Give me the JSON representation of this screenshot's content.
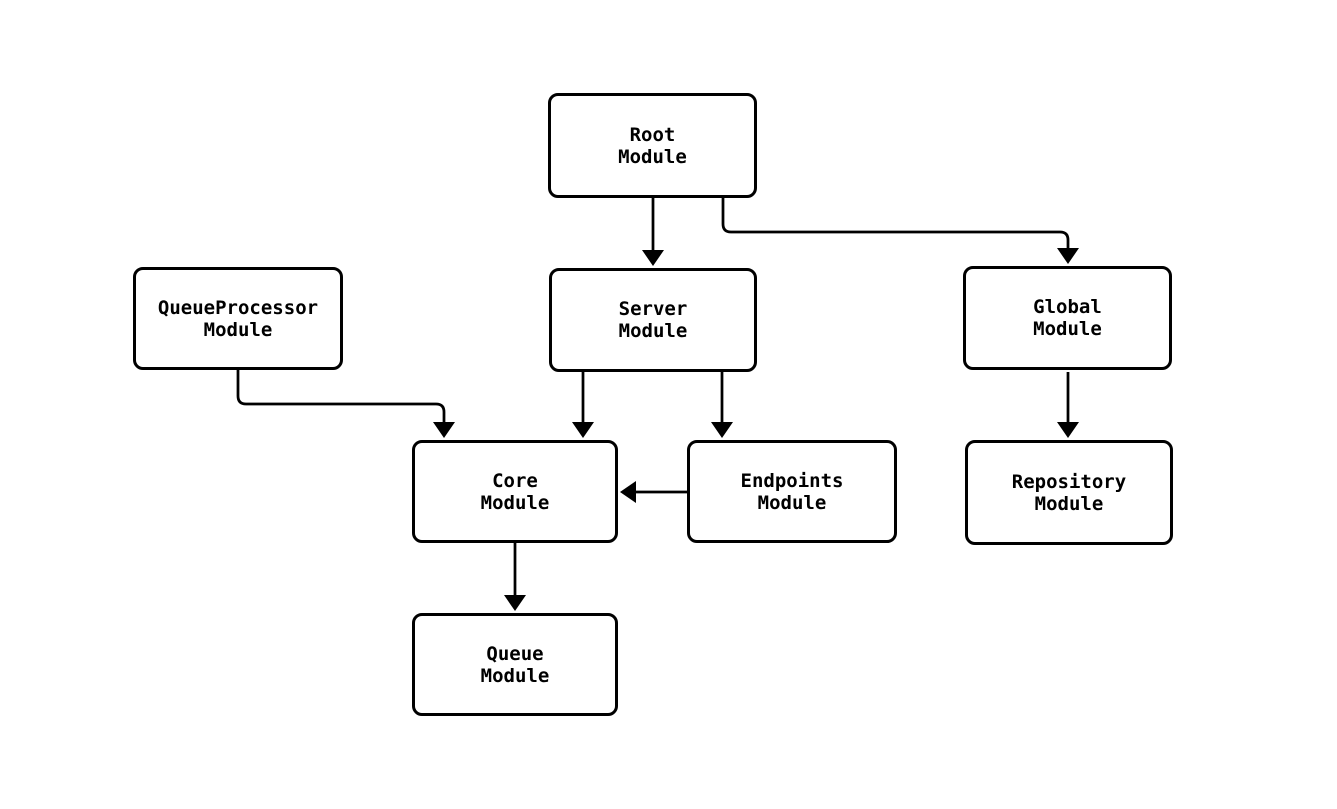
{
  "diagram": {
    "type": "flowchart",
    "background_color": "#ffffff",
    "node_fill": "#ffffff",
    "node_border_color": "#000000",
    "edge_color": "#000000",
    "text_color": "#000000",
    "arrow_style": "filled-triangle",
    "line_style": "solid-orthogonal",
    "nodes": {
      "root": {
        "label": "Root\nModule"
      },
      "queueprocessor": {
        "label": "QueueProcessor\nModule"
      },
      "server": {
        "label": "Server\nModule"
      },
      "global": {
        "label": "Global\nModule"
      },
      "core": {
        "label": "Core\nModule"
      },
      "endpoints": {
        "label": "Endpoints\nModule"
      },
      "repository": {
        "label": "Repository\nModule"
      },
      "queue": {
        "label": "Queue\nModule"
      }
    },
    "edges": [
      {
        "from": "Root Module",
        "to": "Server Module"
      },
      {
        "from": "Root Module",
        "to": "Global Module"
      },
      {
        "from": "QueueProcessor Module",
        "to": "Core Module"
      },
      {
        "from": "Server Module",
        "to": "Core Module"
      },
      {
        "from": "Server Module",
        "to": "Endpoints Module"
      },
      {
        "from": "Endpoints Module",
        "to": "Core Module"
      },
      {
        "from": "Global Module",
        "to": "Repository Module"
      },
      {
        "from": "Core Module",
        "to": "Queue Module"
      }
    ]
  }
}
